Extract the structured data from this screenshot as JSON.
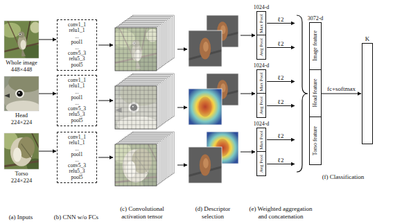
{
  "diagram": {
    "nodes": [
      {
        "text": [
          "Whole image 448×448"
        ]
      },
      {
        "text": [
          "conv1_1",
          "relu1_1",
          "...",
          "pool1",
          "...",
          "conv5_3",
          "relu5_3",
          "pool5"
        ]
      },
      {
        "text": [
          "1024-d"
        ]
      },
      {
        "text": [
          "Max Pool"
        ],
        "in": 2
      },
      {
        "text": [
          "Avg Pool"
        ],
        "in": 2
      },
      {
        "text": [
          "Head 224×224"
        ]
      },
      {
        "text": [
          "conv1_1",
          "relu1_1",
          "...",
          "pool1",
          "...",
          "conv5_3",
          "relu5_3",
          "pool5"
        ]
      },
      {
        "text": [
          "1024-d"
        ]
      },
      {
        "text": [
          "Max Pool"
        ],
        "in": 7
      },
      {
        "text": [
          "Avg Pool"
        ],
        "in": 7
      },
      {
        "text": [
          "Torso 224×224"
        ]
      },
      {
        "text": [
          "conv1_1",
          "relu1_1",
          "...",
          "pool1",
          "...",
          "conv5_3",
          "relu5_3",
          "pool5"
        ]
      },
      {
        "text": [
          "1024-d"
        ]
      },
      {
        "text": [
          "Max Pool"
        ],
        "in": 12
      },
      {
        "text": [
          "Avg Pool"
        ],
        "in": 12
      },
      {
        "text": [
          "3072-d"
        ]
      },
      {
        "text": [
          "Image feature"
        ],
        "in": 15
      },
      {
        "text": [
          "Head feature"
        ],
        "in": 15
      },
      {
        "text": [
          "Torso feature"
        ],
        "in": 15
      },
      {
        "text": [
          "K"
        ]
      }
    ],
    "edges": [
      {
        "from": 0,
        "to": 1,
        "arrow": "to"
      },
      {
        "from": 5,
        "to": 6,
        "arrow": "to"
      },
      {
        "from": 10,
        "to": 11,
        "arrow": "to"
      },
      {
        "from": 15,
        "to": 19,
        "label": "fc+softmax",
        "arrow": "to"
      }
    ],
    "labels": [
      "ℓ2",
      "ℓ2",
      "ℓ2",
      "ℓ2",
      "ℓ2",
      "ℓ2",
      "(a) Inputs",
      "(b) CNN w/o FCs",
      "(c) Convolutional activation tensor",
      "(d) Descriptor selection",
      "(e) Weighted aggregation and concatenation",
      "(f) Classification"
    ]
  }
}
